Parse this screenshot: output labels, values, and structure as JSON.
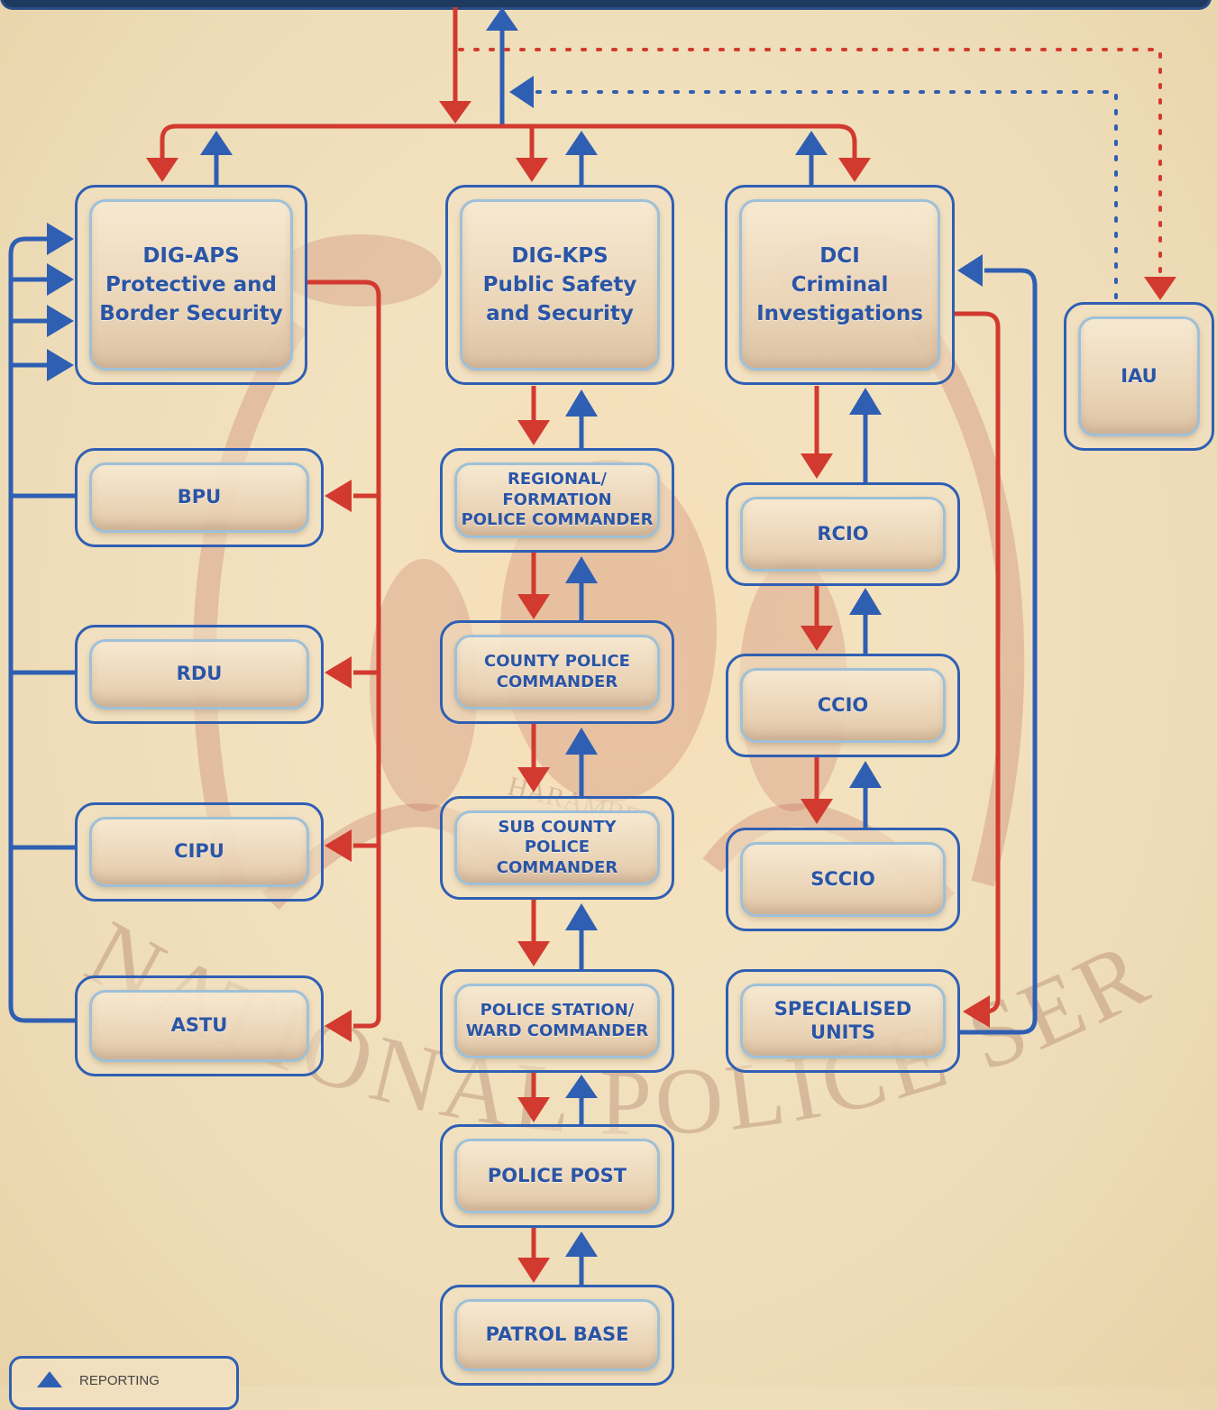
{
  "diagram": {
    "nodes": {
      "dig_aps": "DIG-APS\nProtective and\nBorder Security",
      "dig_kps": "DIG-KPS\nPublic Safety\nand Security",
      "dci": "DCI\nCriminal\nInvestigations",
      "iau": "IAU",
      "bpu": "BPU",
      "rdu": "RDU",
      "cipu": "CIPU",
      "astu": "ASTU",
      "regional": "REGIONAL/\nFORMATION\nPOLICE COMMANDER",
      "county": "COUNTY POLICE\nCOMMANDER",
      "sub_county": "SUB COUNTY\nPOLICE\nCOMMANDER",
      "station": "POLICE STATION/\nWARD COMMANDER",
      "post": "POLICE POST",
      "patrol": "PATROL BASE",
      "rcio": "RCIO",
      "ccio": "CCIO",
      "scio": "SCCIO",
      "specialised": "SPECIALISED\nUNITS"
    },
    "watermark": {
      "motto": "HARAMBEE",
      "arc_text": "NATIONAL POLICE SERVICE"
    },
    "legend": {
      "reporting": "REPORTING"
    },
    "colors": {
      "command": "#d23a2f",
      "reporting": "#2f5fb3",
      "box_border": "#2f5fb3",
      "text": "#2a55a6"
    }
  }
}
